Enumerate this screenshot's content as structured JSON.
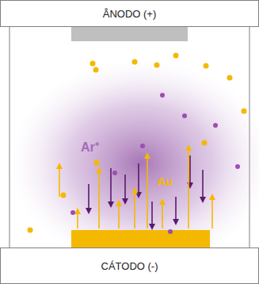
{
  "diagram": {
    "nodes": [
      {
        "text": [
          "ÂNODO (+)"
        ]
      },
      {
        "text": [
          "CÁTODO (-)"
        ]
      }
    ],
    "labels": [
      "Ar⁺",
      "Au"
    ]
  }
}
